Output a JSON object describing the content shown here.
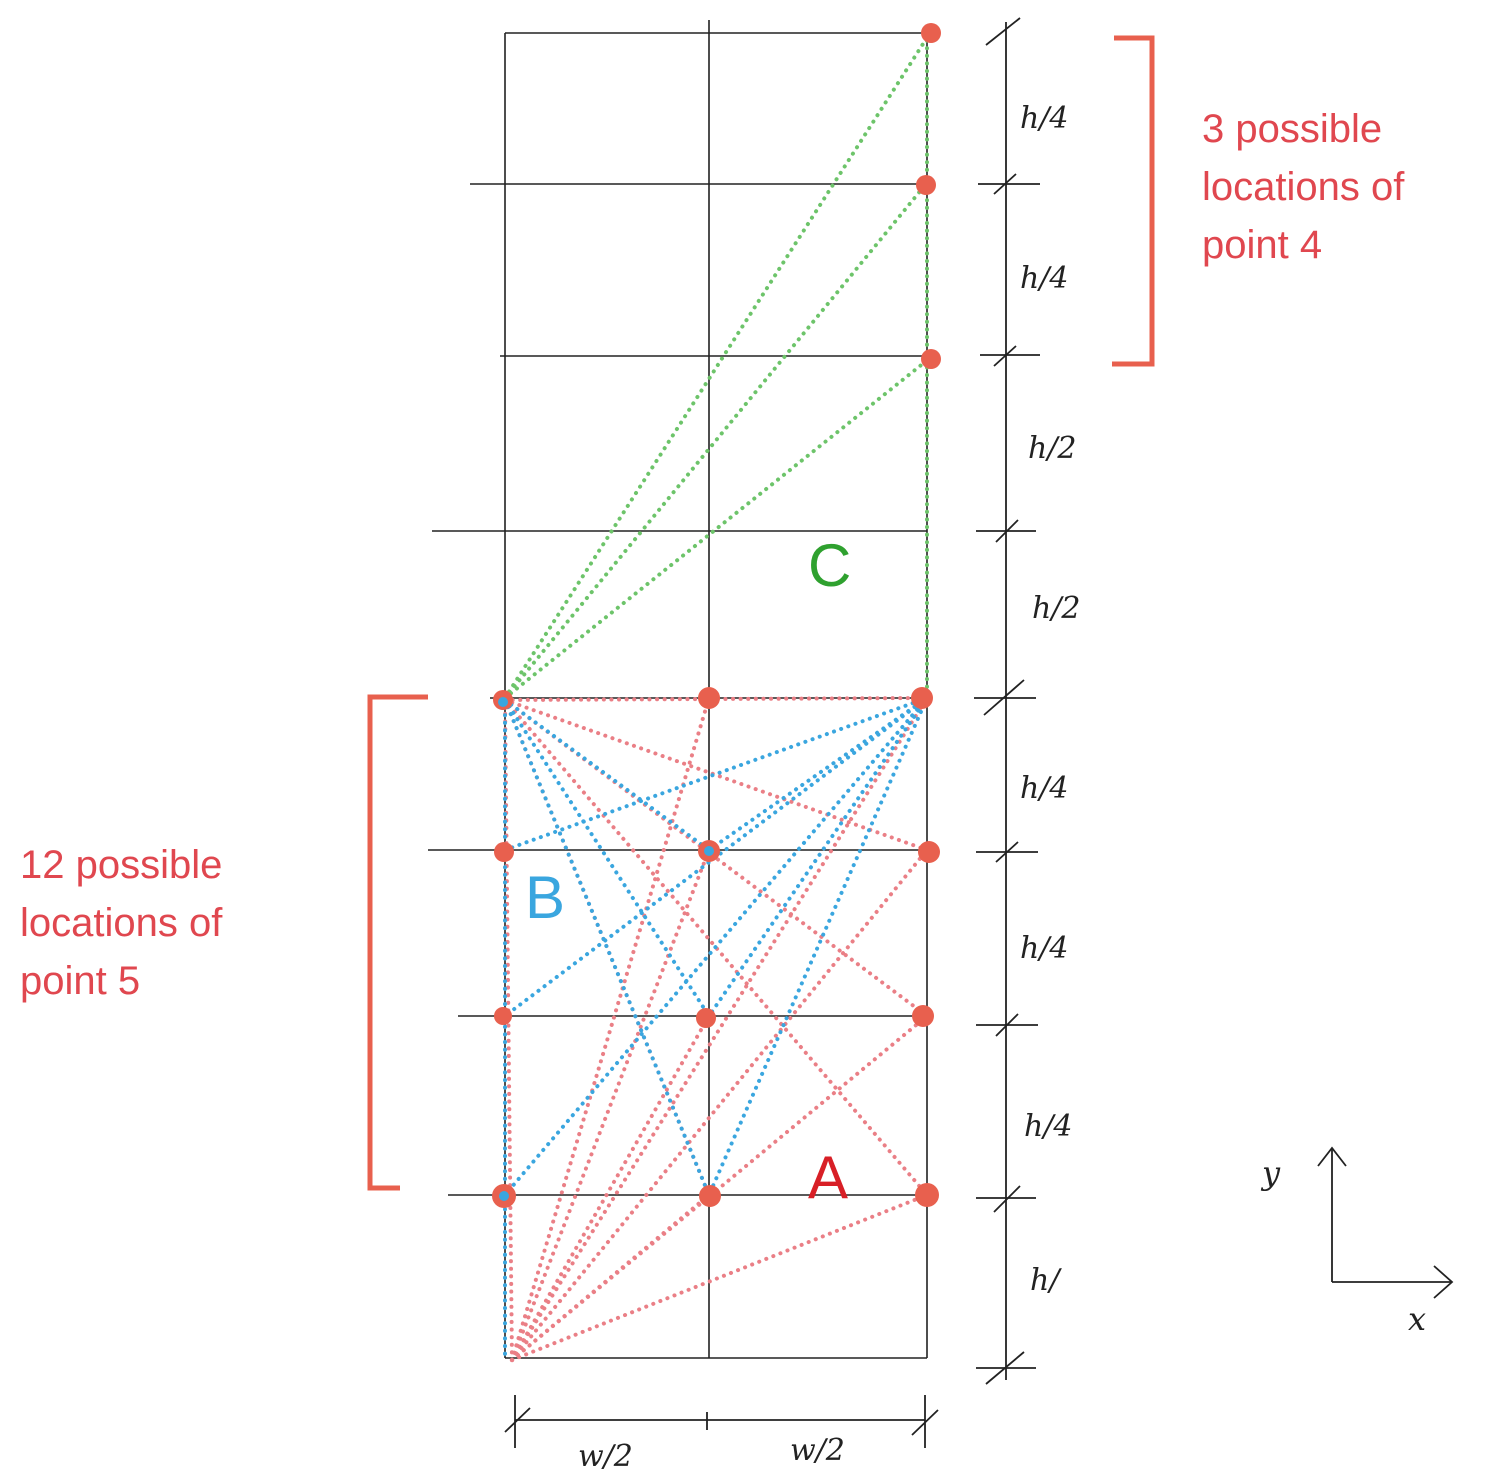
{
  "annotations": {
    "point4_line1": "3 possible",
    "point4_line2": "locations of",
    "point4_line3": "point 4",
    "point5_line1": "12 possible",
    "point5_line2": "locations of",
    "point5_line3": "point 5"
  },
  "region_labels": {
    "A": "A",
    "B": "B",
    "C": "C"
  },
  "dimensions": {
    "h_quarter": "h/4",
    "h_half": "h/2",
    "h_full": "h/",
    "w_half": "w/2"
  },
  "axes": {
    "x": "x",
    "y": "y"
  },
  "colors": {
    "red": "#e0474f",
    "red_dot": "#e8604e",
    "red_dotted": "#ea7f86",
    "blue": "#3aa6df",
    "green": "#2fa12f",
    "green_dotted": "#6dc46a",
    "line": "#222222"
  }
}
